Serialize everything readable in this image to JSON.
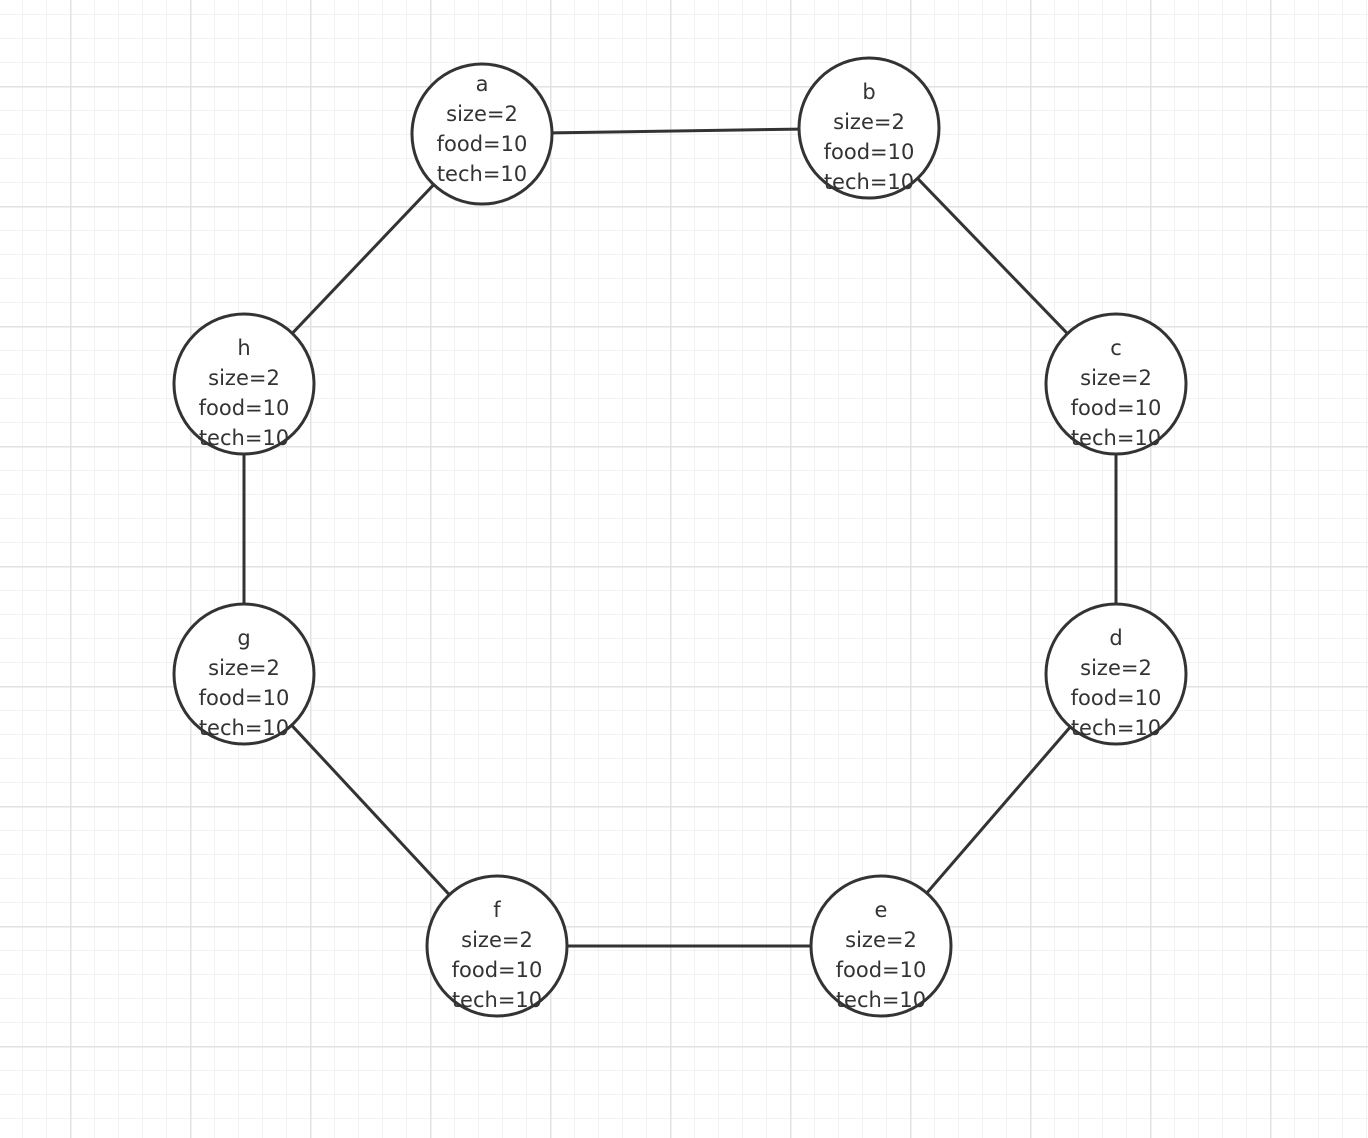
{
  "diagram": {
    "nodes": [
      {
        "id": "a",
        "lines": [
          "a",
          "size=2",
          "food=10",
          "tech=10"
        ]
      },
      {
        "id": "b",
        "lines": [
          "b",
          "size=2",
          "food=10",
          "tech=10"
        ]
      },
      {
        "id": "c",
        "lines": [
          "c",
          "size=2",
          "food=10",
          "tech=10"
        ]
      },
      {
        "id": "d",
        "lines": [
          "d",
          "size=2",
          "food=10",
          "tech=10"
        ]
      },
      {
        "id": "e",
        "lines": [
          "e",
          "size=2",
          "food=10",
          "tech=10"
        ]
      },
      {
        "id": "f",
        "lines": [
          "f",
          "size=2",
          "food=10",
          "tech=10"
        ]
      },
      {
        "id": "g",
        "lines": [
          "g",
          "size=2",
          "food=10",
          "tech=10"
        ]
      },
      {
        "id": "h",
        "lines": [
          "h",
          "size=2",
          "food=10",
          "tech=10"
        ]
      }
    ],
    "edges": [
      [
        "a",
        "b"
      ],
      [
        "b",
        "c"
      ],
      [
        "c",
        "d"
      ],
      [
        "d",
        "e"
      ],
      [
        "e",
        "f"
      ],
      [
        "f",
        "g"
      ],
      [
        "g",
        "h"
      ],
      [
        "h",
        "a"
      ]
    ],
    "colors": {
      "stroke": "#333333",
      "fill": "#ffffff",
      "grid_major": "#e2e2e2",
      "grid_minor": "#f2f2f2"
    }
  }
}
